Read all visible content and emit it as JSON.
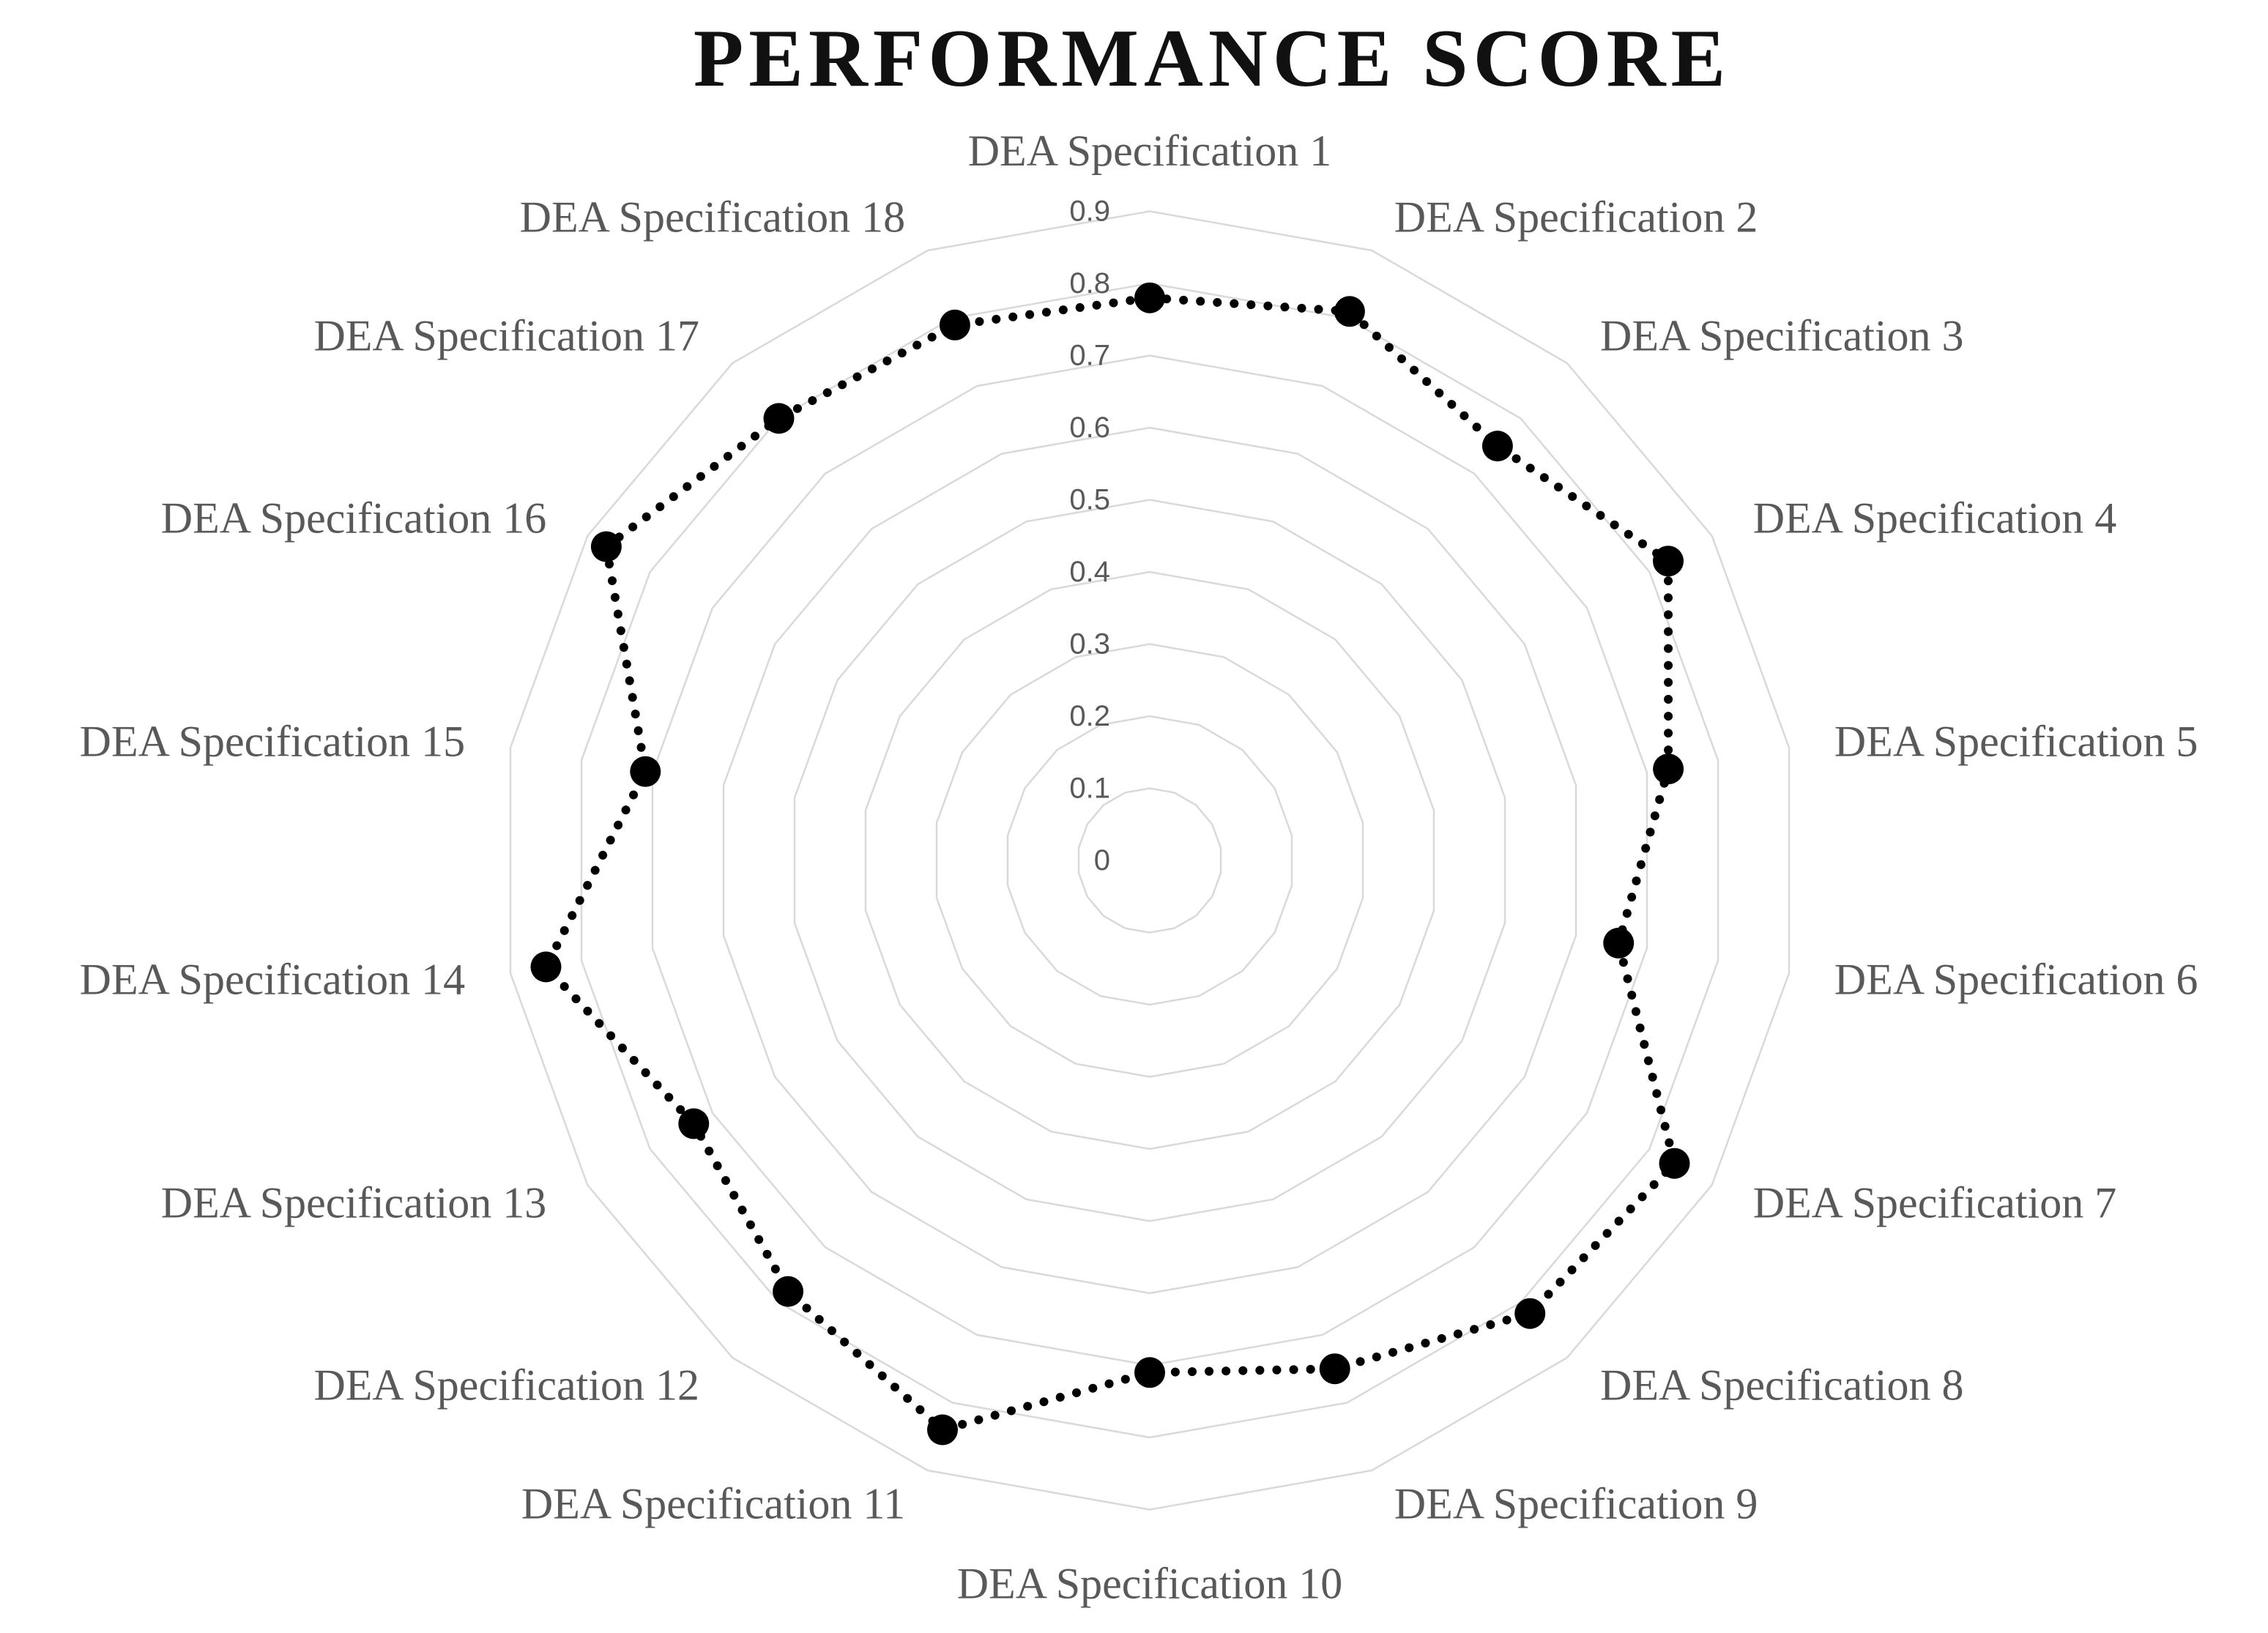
{
  "title": "PERFORMANCE SCORE",
  "chart_data": {
    "type": "radar",
    "title": "PERFORMANCE SCORE",
    "categories": [
      "DEA Specification 1",
      "DEA Specification 2",
      "DEA Specification 3",
      "DEA Specification 4",
      "DEA Specification 5",
      "DEA Specification 6",
      "DEA Specification 7",
      "DEA Specification 8",
      "DEA Specification 9",
      "DEA Specification 10",
      "DEA Specification 11",
      "DEA Specification 12",
      "DEA Specification 13",
      "DEA Specification 14",
      "DEA Specification 15",
      "DEA Specification 16",
      "DEA Specification 17",
      "DEA Specification 18"
    ],
    "values": [
      0.78,
      0.81,
      0.75,
      0.83,
      0.73,
      0.66,
      0.84,
      0.82,
      0.75,
      0.71,
      0.84,
      0.78,
      0.73,
      0.85,
      0.71,
      0.87,
      0.8,
      0.79
    ],
    "radial_ticks": [
      "0",
      "0.1",
      "0.2",
      "0.3",
      "0.4",
      "0.5",
      "0.6",
      "0.7",
      "0.8",
      "0.9"
    ],
    "rlim": [
      0,
      0.9
    ],
    "grid": true,
    "legend": "none",
    "line_style": "dotted",
    "marker": "filled-circle",
    "colors": {
      "series": "#000000",
      "grid": "#d9d9d9",
      "axis_labels": "#595959",
      "tick_labels": "#595959",
      "title": "#111111",
      "background": "#ffffff"
    }
  }
}
